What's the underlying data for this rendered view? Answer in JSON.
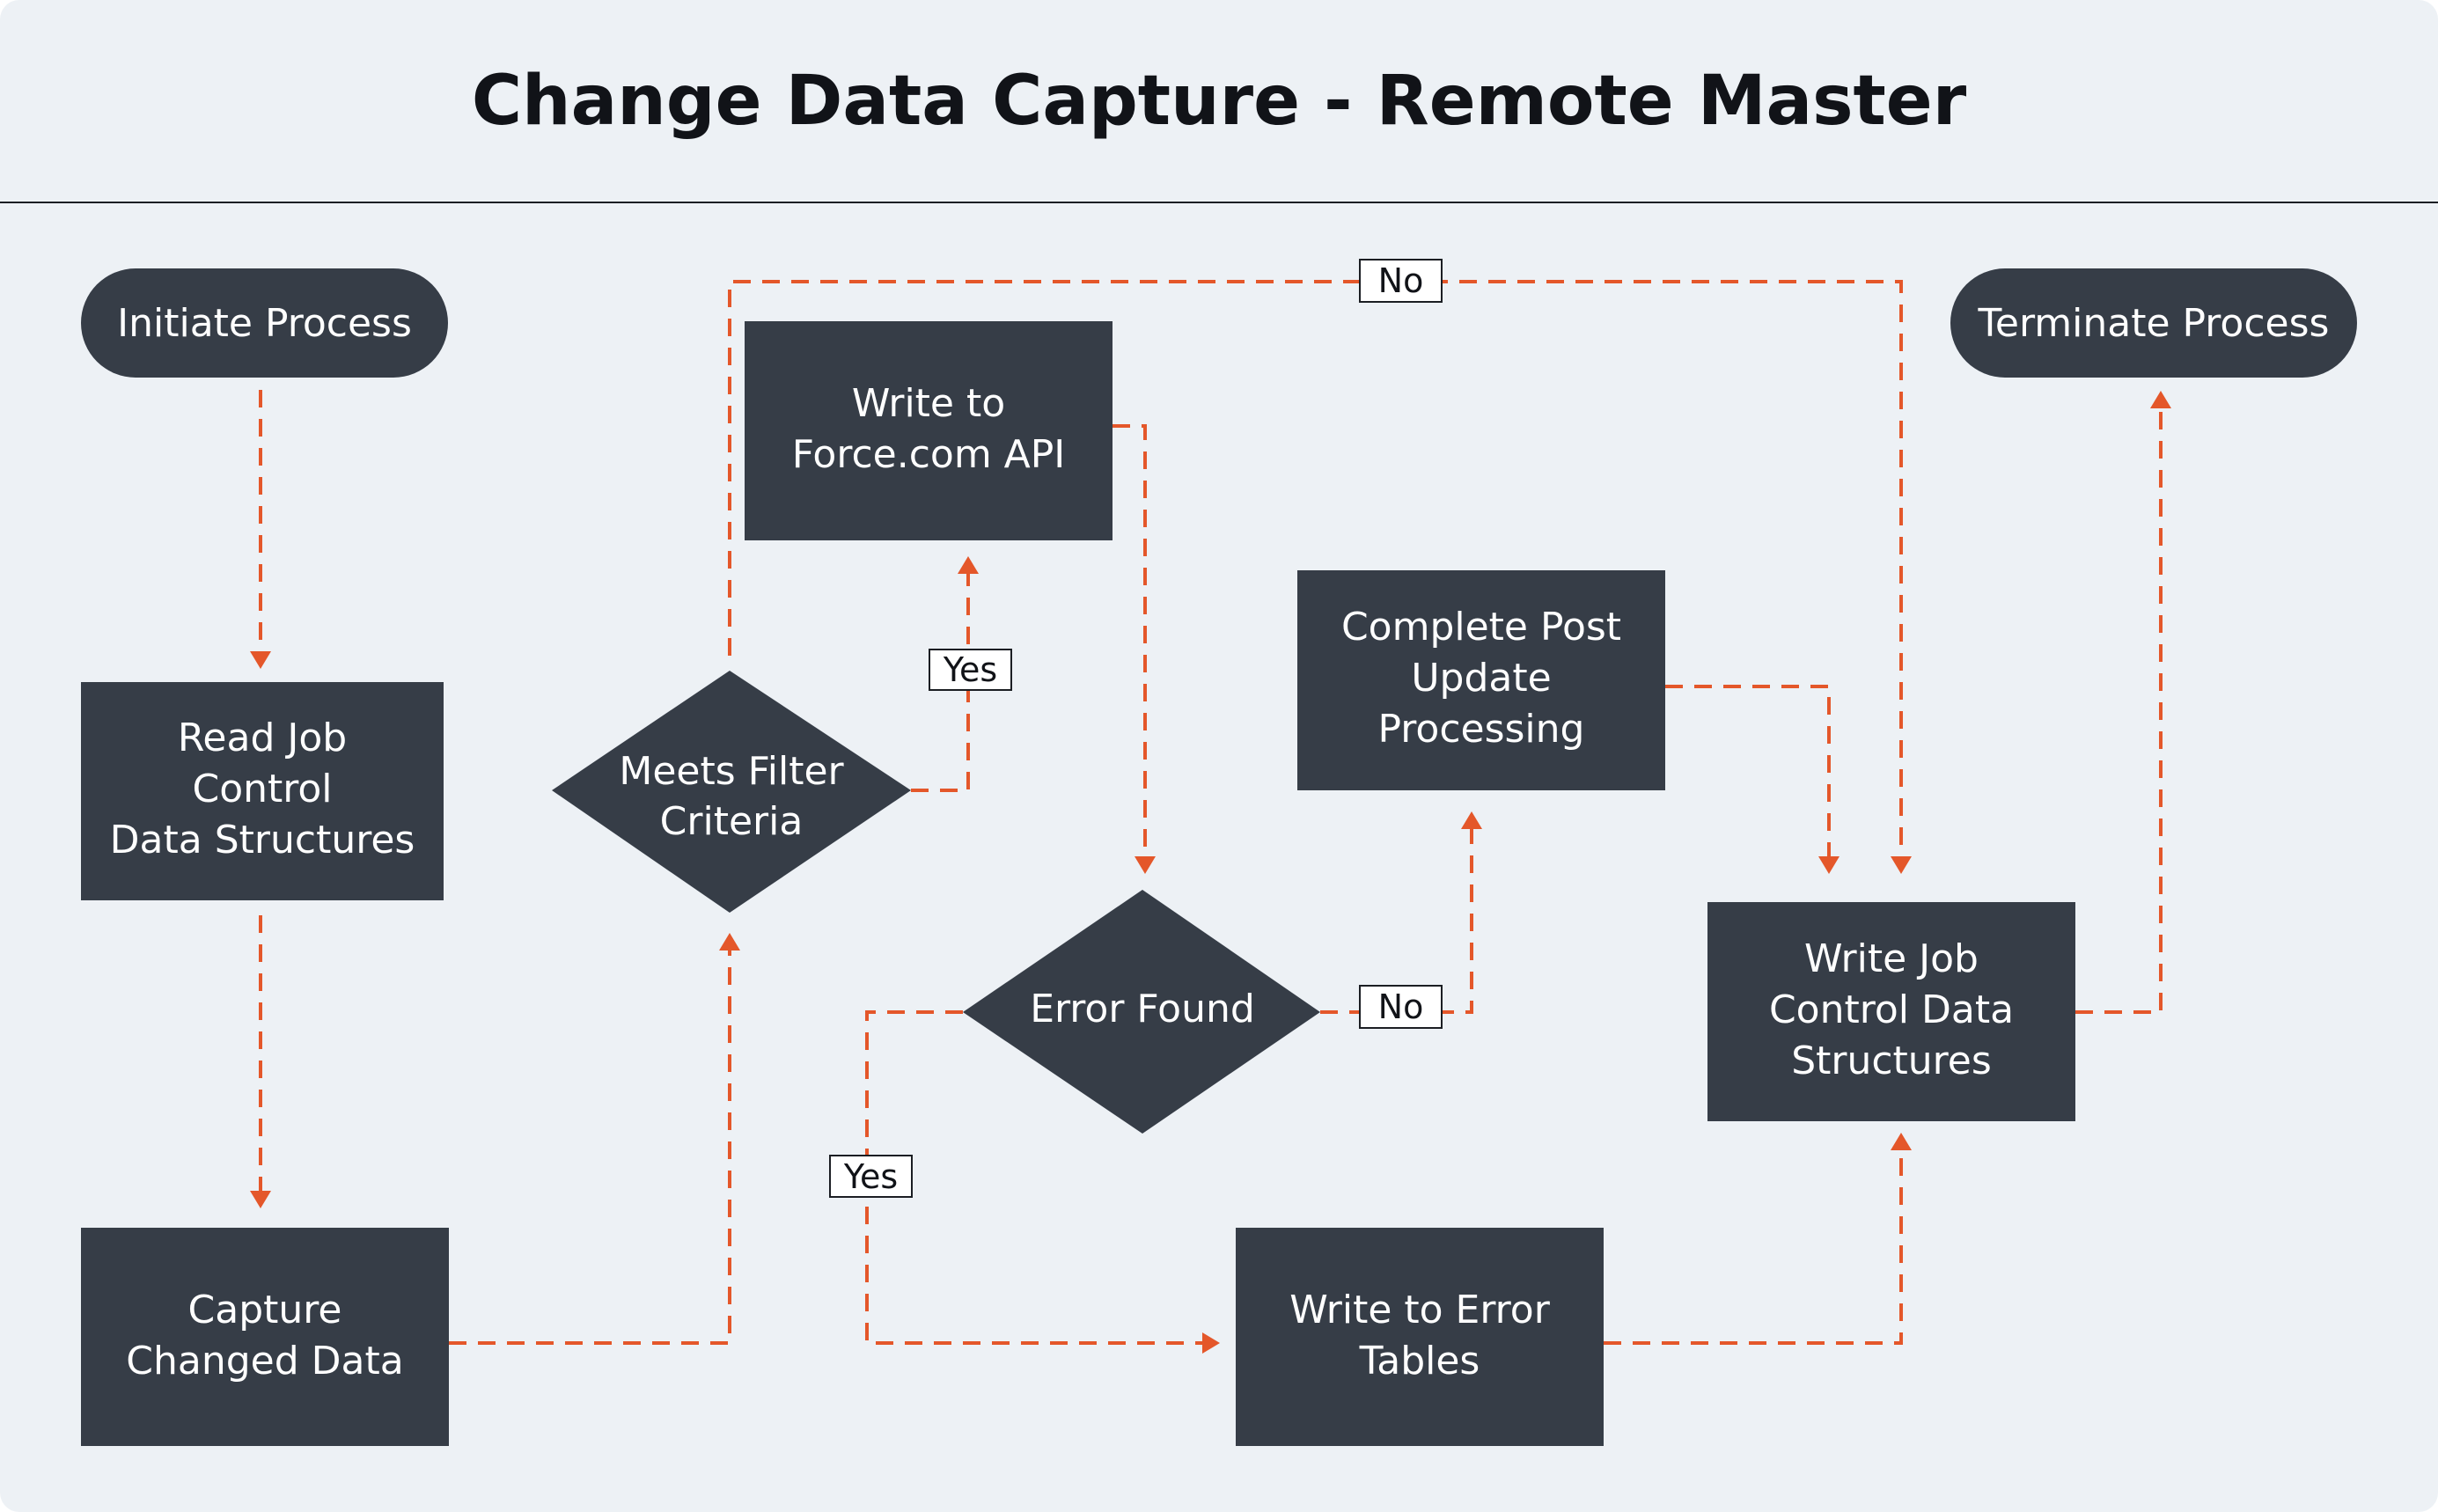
{
  "diagram": {
    "title": "Change Data Capture - Remote Master",
    "nodes": {
      "initiate": {
        "lines": [
          "Initiate Process"
        ]
      },
      "read_job": {
        "lines": [
          "Read Job",
          "Control",
          "Data Structures"
        ]
      },
      "capture": {
        "lines": [
          "Capture",
          "Changed Data"
        ]
      },
      "meets_filter": {
        "lines": [
          "Meets Filter",
          "Criteria"
        ]
      },
      "write_force": {
        "lines": [
          "Write to",
          "Force.com API"
        ]
      },
      "error_found": {
        "lines": [
          "Error Found"
        ]
      },
      "complete_post": {
        "lines": [
          "Complete Post",
          "Update",
          "Processing"
        ]
      },
      "write_error": {
        "lines": [
          "Write to Error",
          "Tables"
        ]
      },
      "write_job": {
        "lines": [
          "Write Job",
          "Control Data",
          "Structures"
        ]
      },
      "terminate": {
        "lines": [
          "Terminate Process"
        ]
      }
    },
    "edge_labels": {
      "filter_no": "No",
      "filter_yes": "Yes",
      "error_no": "No",
      "error_yes": "Yes"
    },
    "colors": {
      "node_fill": "#363d47",
      "connector": "#e4572a",
      "background": "#edf1f5",
      "text_light": "#ffffff",
      "text_dark": "#111318"
    }
  }
}
